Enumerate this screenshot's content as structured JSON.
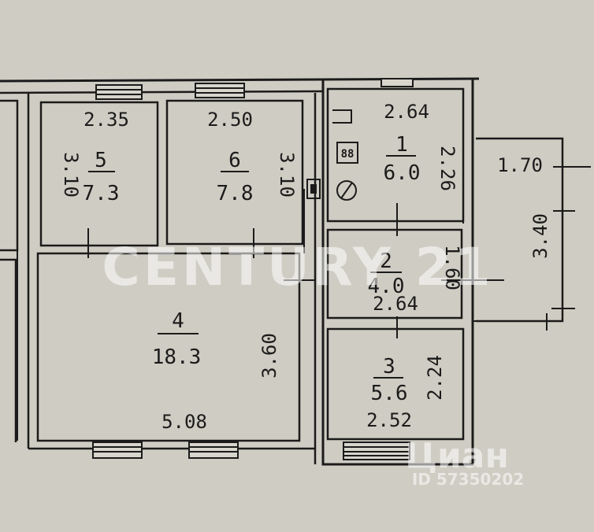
{
  "rooms": [
    {
      "number": "1",
      "area": "6.0",
      "width": "2.64",
      "depth": "2.26"
    },
    {
      "number": "2",
      "area": "4.0",
      "width": "2.64",
      "depth": "1.60"
    },
    {
      "number": "3",
      "area": "5.6",
      "width": "2.52",
      "depth": "2.24"
    },
    {
      "number": "4",
      "area": "18.3",
      "width": "5.08",
      "depth": "3.60"
    },
    {
      "number": "5",
      "area": "7.3",
      "width": "2.35",
      "depth": "3.10"
    },
    {
      "number": "6",
      "area": "7.8",
      "width": "2.50",
      "depth": "3.10"
    }
  ],
  "annex": {
    "width": "1.70",
    "depth": "3.40"
  },
  "fixtures": {
    "stove_symbol": "88"
  },
  "watermarks": {
    "brand": "CENTURY 21",
    "listing_site": "Циан",
    "listing_id": "ID 57350202"
  },
  "colors": {
    "paper": "#cfccc3",
    "ink": "#1b1b1b",
    "watermark": "#ffffff"
  }
}
